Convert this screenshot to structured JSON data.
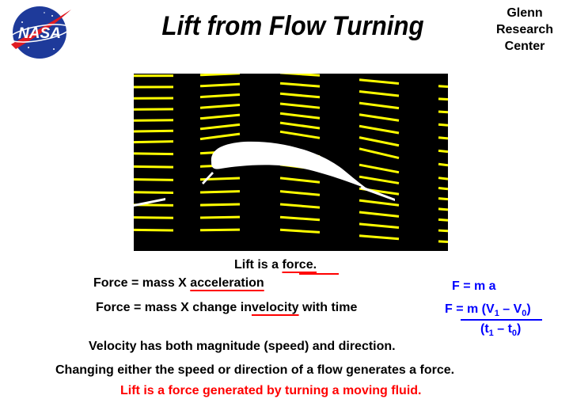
{
  "header": {
    "logo_text": "NASA",
    "title": "Lift from Flow Turning",
    "center": [
      "Glenn",
      "Research",
      "Center"
    ]
  },
  "colors": {
    "background": "#ffffff",
    "figure_background": "#000000",
    "streamline": "#ffff00",
    "airfoil": "#ffffff",
    "accent": "#ff0000",
    "formula": "#0000ff"
  },
  "statements": {
    "lift_prefix": "Lift is a",
    "lift_force": "force.",
    "force_prefix": "Force = mass X",
    "acceleration": "acceleration",
    "force2_prefix": "Force = mass X change in",
    "velocity": "velocity",
    "force2_suffix": "with time",
    "velocity_def": "Velocity has both magnitude (speed) and direction.",
    "changing": "Changing either the speed or direction of a flow generates a force.",
    "conclusion": "Lift is a force generated by turning a moving fluid."
  },
  "formula": {
    "line1": "F = m a",
    "line2_prefix": "F = m (V",
    "v1_sub": "1",
    "minus": " – V",
    "v0_sub": "0",
    "close": ")",
    "den_prefix": "(t",
    "t1_sub": "1",
    "den_minus": " – t",
    "t0_sub": "0",
    "den_close": ")"
  }
}
